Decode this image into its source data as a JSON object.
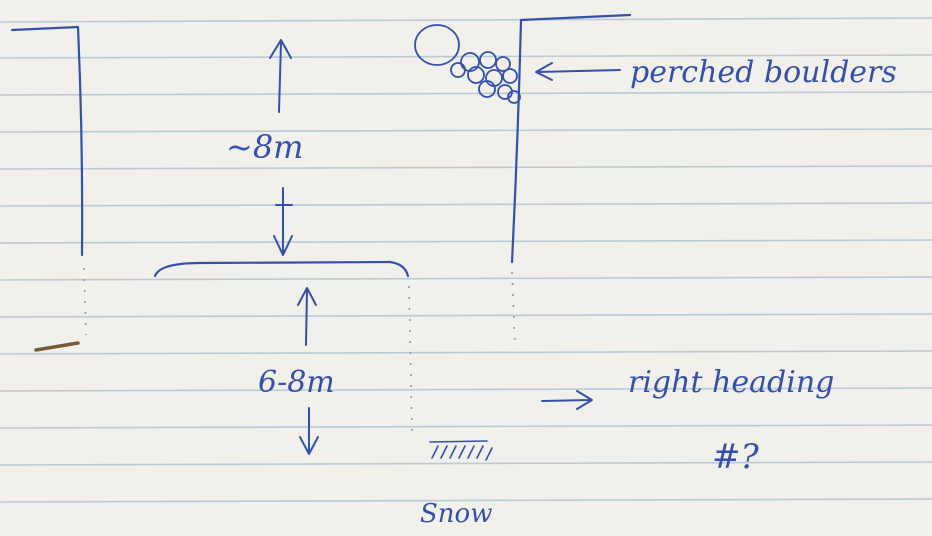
{
  "labels": {
    "height_upper": "~8m",
    "height_lower": "6-8m",
    "boulders": "perched boulders",
    "heading": "right heading",
    "hashmark": "#?",
    "snow": "Snow"
  },
  "colors": {
    "paper": "#f2f0ea",
    "ruled_line": "#b9cbd8",
    "ink": "#3550a8",
    "pencil": "#7a5a36"
  }
}
